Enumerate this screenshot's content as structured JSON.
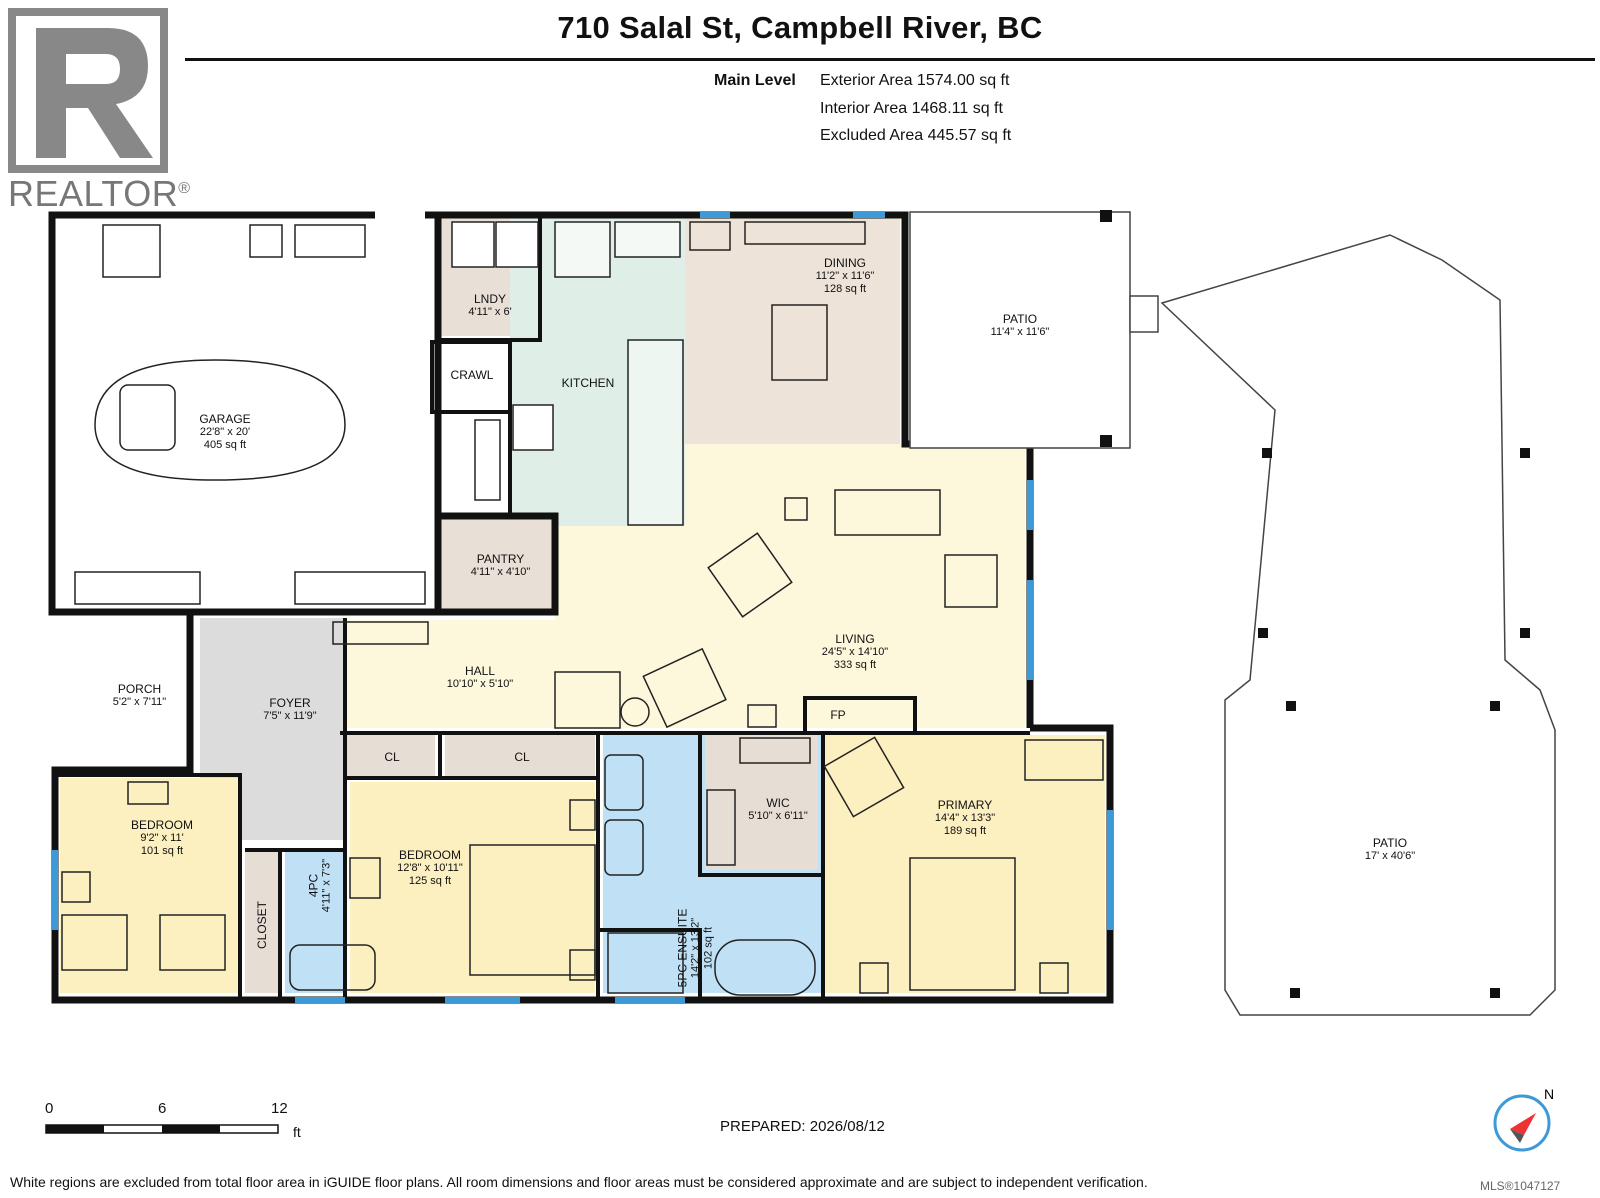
{
  "title": "710 Salal St, Campbell River, BC",
  "level": {
    "name": "Main Level",
    "exterior": "Exterior Area 1574.00 sq ft",
    "interior": "Interior Area 1468.11 sq ft",
    "excluded": "Excluded Area 445.57 sq ft"
  },
  "logo": {
    "text": "REALTOR",
    "mark": "®"
  },
  "rooms": {
    "garage": {
      "name": "GARAGE",
      "dim": "22'8\" x 20'",
      "area": "405 sq ft"
    },
    "lndy": {
      "name": "LNDY",
      "dim": "4'11\" x 6'"
    },
    "crawl": {
      "name": "CRAWL"
    },
    "kitchen": {
      "name": "KITCHEN"
    },
    "dining": {
      "name": "DINING",
      "dim": "11'2\" x 11'6\"",
      "area": "128 sq ft"
    },
    "patio1": {
      "name": "PATIO",
      "dim": "11'4\" x 11'6\""
    },
    "patio2": {
      "name": "PATIO",
      "dim": "17' x 40'6\""
    },
    "pantry": {
      "name": "PANTRY",
      "dim": "4'11\" x 4'10\""
    },
    "living": {
      "name": "LIVING",
      "dim": "24'5\" x 14'10\"",
      "area": "333 sq ft"
    },
    "hall": {
      "name": "HALL",
      "dim": "10'10\" x 5'10\""
    },
    "porch": {
      "name": "PORCH",
      "dim": "5'2\" x 7'11\""
    },
    "foyer": {
      "name": "FOYER",
      "dim": "7'5\" x 11'9\""
    },
    "cl1": {
      "name": "CL"
    },
    "cl2": {
      "name": "CL"
    },
    "fp": {
      "name": "FP"
    },
    "bedroom1": {
      "name": "BEDROOM",
      "dim": "9'2\" x 11'",
      "area": "101 sq ft"
    },
    "closet": {
      "name": "CLOSET"
    },
    "fourpc": {
      "name": "4PC",
      "dim": "4'11\" x 7'3\""
    },
    "bedroom2": {
      "name": "BEDROOM",
      "dim": "12'8\" x 10'11\"",
      "area": "125 sq ft"
    },
    "ensuite": {
      "name": "5PC ENSUITE",
      "dim": "14'2\" x 13'2\"",
      "area": "102 sq ft"
    },
    "wic": {
      "name": "WIC",
      "dim": "5'10\" x 6'11\""
    },
    "primary": {
      "name": "PRIMARY",
      "dim": "14'4\" x 13'3\"",
      "area": "189 sq ft"
    }
  },
  "scale": {
    "t0": "0",
    "t1": "6",
    "t2": "12",
    "unit": "ft"
  },
  "compass": {
    "label": "N"
  },
  "prepared": "PREPARED: 2026/08/12",
  "disclaimer": "White regions are excluded from total floor area in iGUIDE floor plans. All room dimensions and floor areas must be considered approximate and are subject to independent verification.",
  "mls": "MLS®1047127",
  "colors": {
    "wall": "#111111",
    "window": "#3d9ad9",
    "garage": "#ffffff",
    "laundry": "#e8dfd6",
    "kitchen": "#dfeee6",
    "dining": "#eee3d8",
    "living": "#fdf8dc",
    "foyer": "#dcdcdc",
    "bath": "#bfe0f5",
    "bedroom": "#fcefc0",
    "closet": "#e6ded5"
  }
}
